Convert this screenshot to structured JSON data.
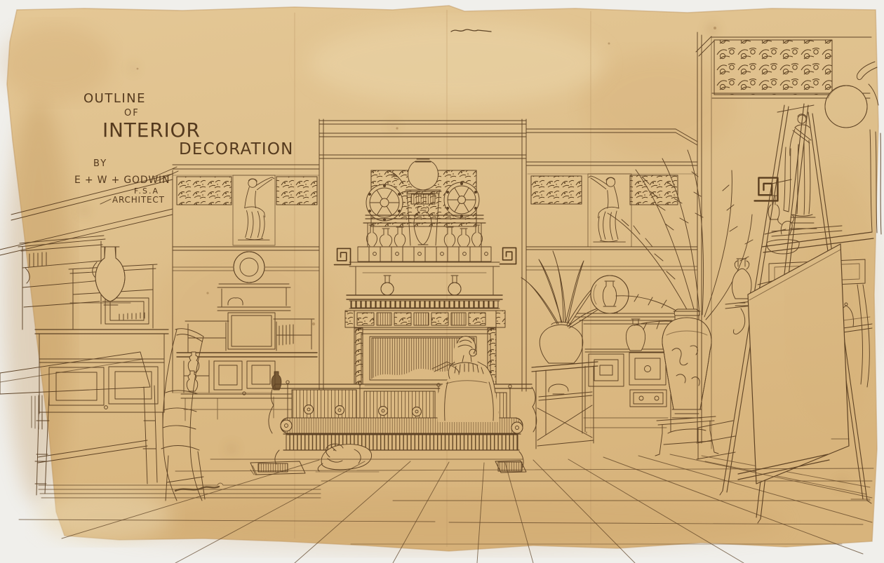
{
  "artwork": {
    "title": {
      "line1": "OUTLINE",
      "line2": "OF",
      "line3": "INTERIOR",
      "line4": "DECORATION"
    },
    "byline": {
      "by": "BY",
      "artist": "E + W + GODWIN",
      "credentials": "F.S.A",
      "role": "ARCHITECT"
    }
  },
  "colors": {
    "paper": "#ddbd88",
    "paper_light": "#e4c795",
    "paper_dark": "#d8b47c",
    "ink": "#54391d",
    "backdrop": "#f0efeb",
    "stain": "#b9894c"
  }
}
